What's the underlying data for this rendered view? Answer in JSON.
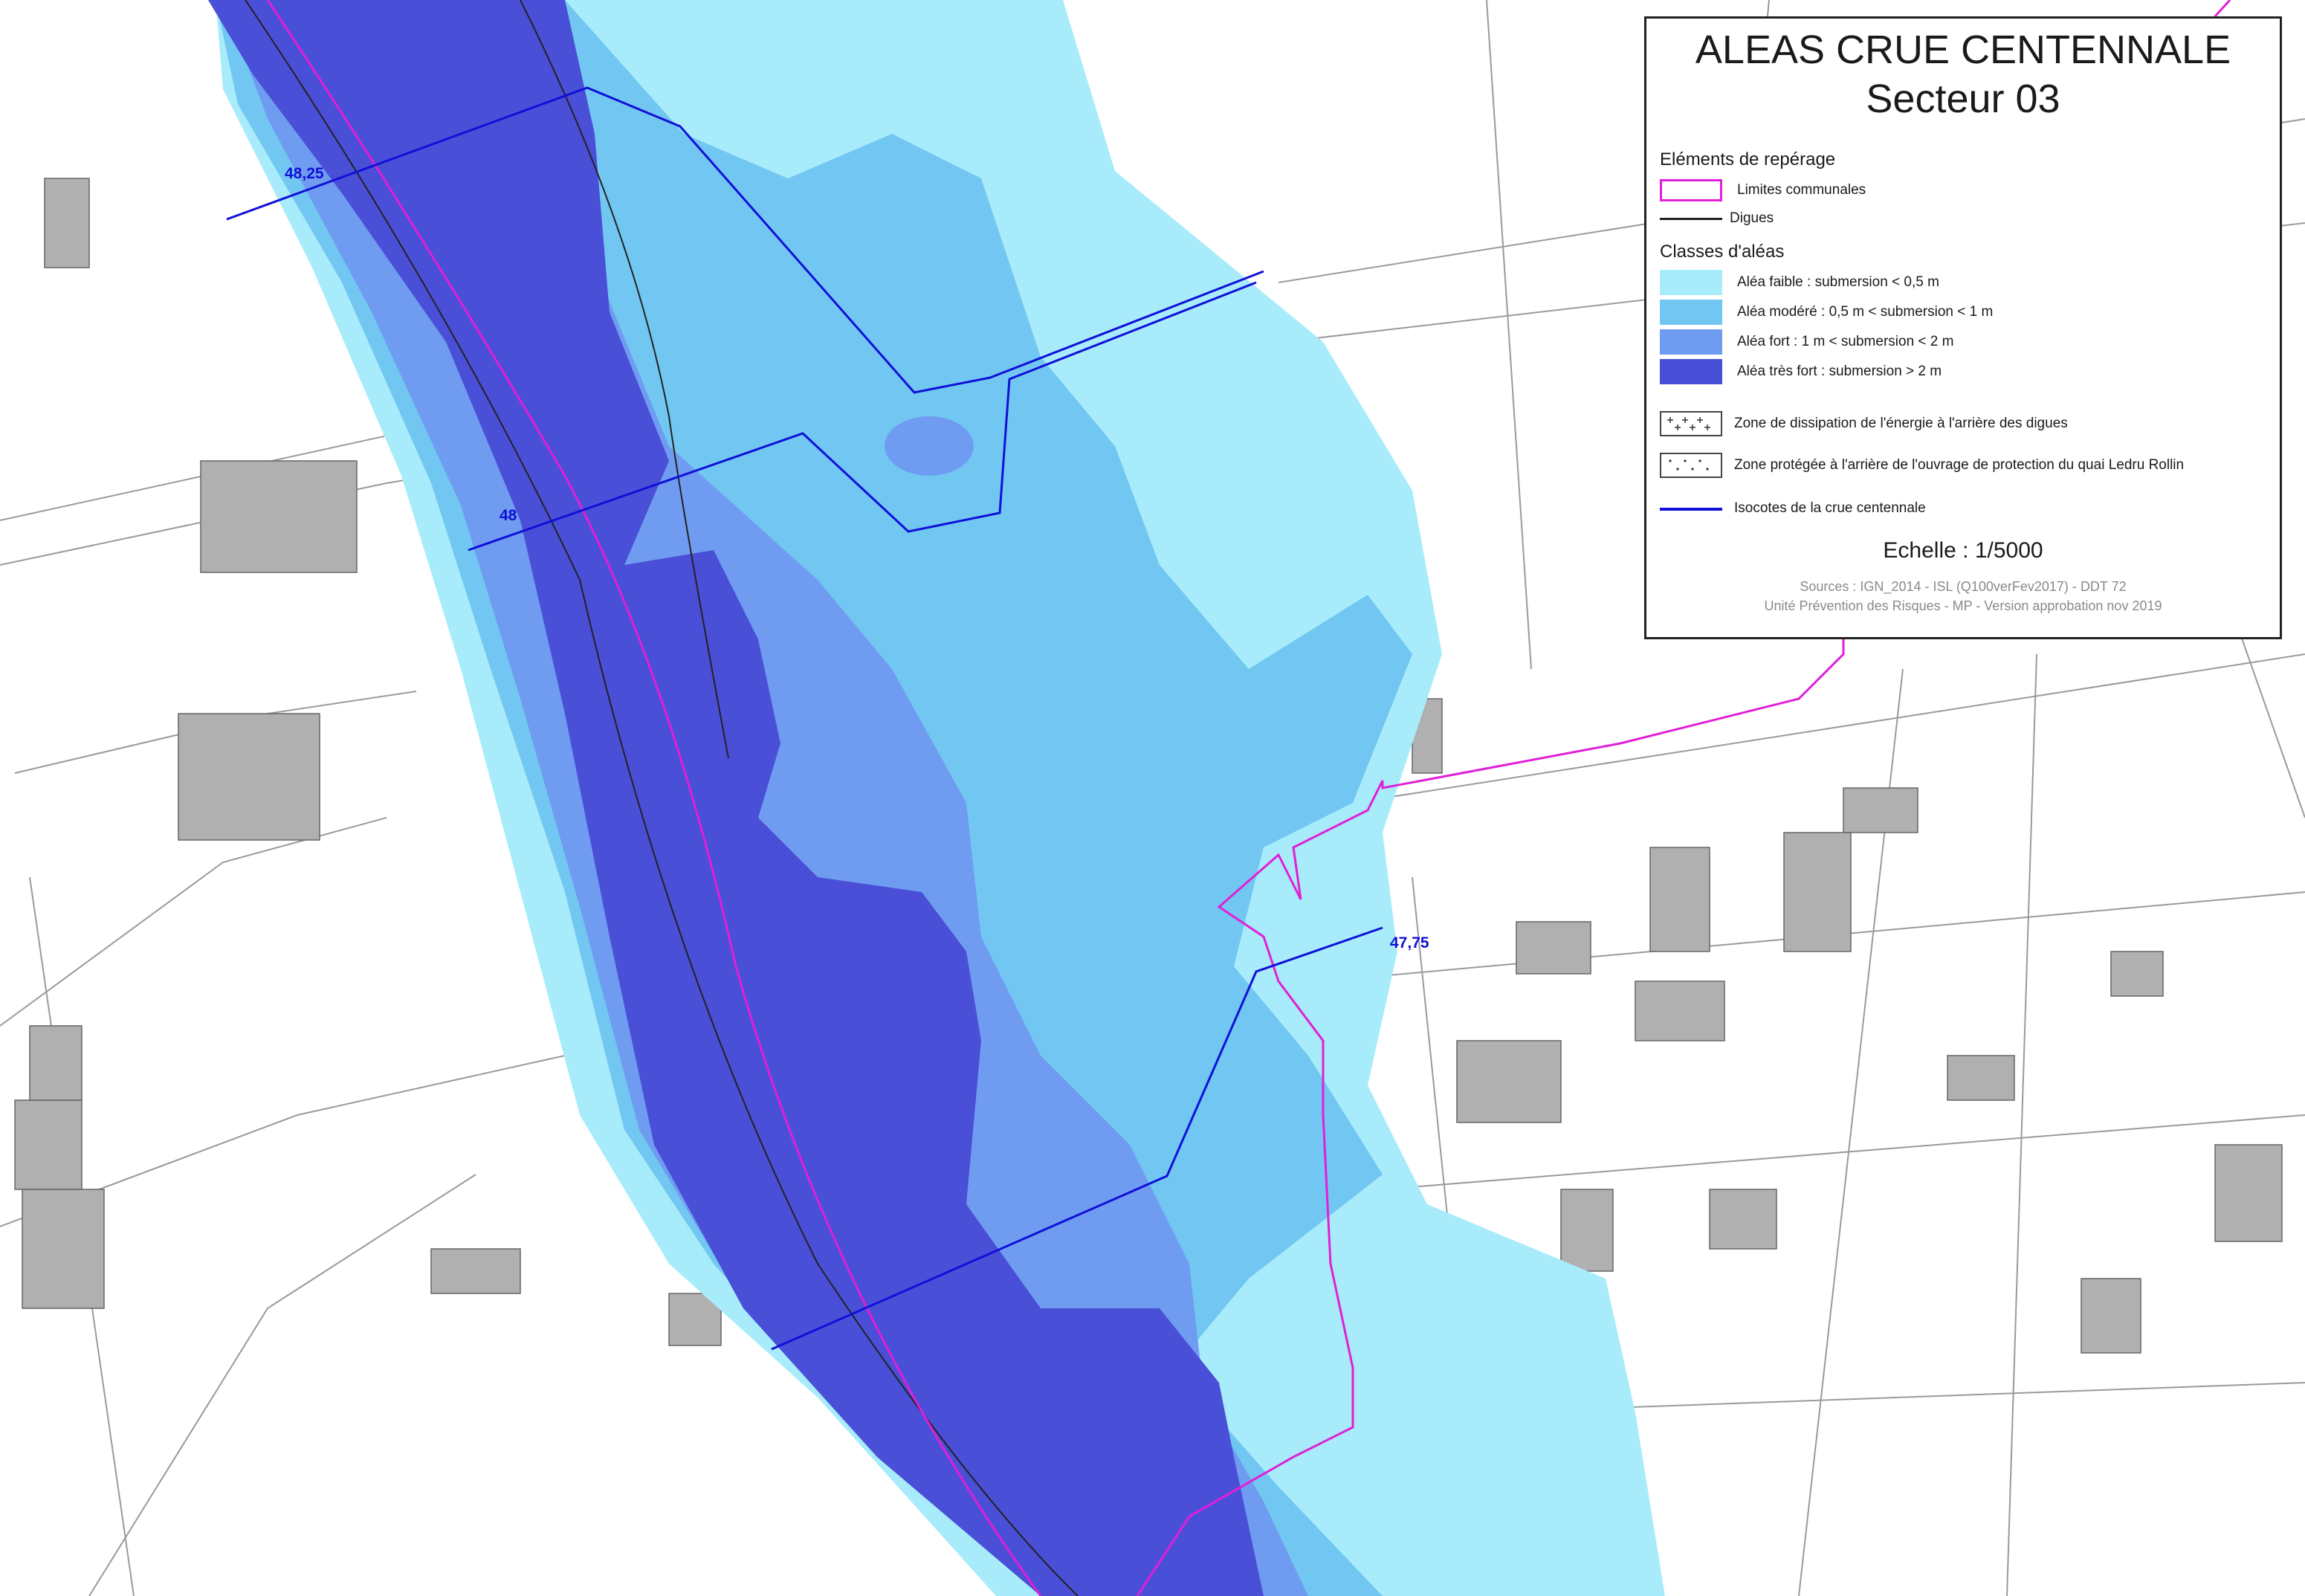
{
  "legend": {
    "title": "ALEAS CRUE CENTENNALE",
    "subtitle": "Secteur 03",
    "section_reperage": "Eléments de repérage",
    "item_limites": "Limites communales",
    "item_digues": "Digues",
    "section_classes": "Classes d'aléas",
    "class_faible": "Aléa faible : submersion < 0,5 m",
    "class_modere": "Aléa modéré : 0,5 m < submersion < 1 m",
    "class_fort": "Aléa fort : 1 m < submersion < 2 m",
    "class_tres_fort": "Aléa très fort : submersion > 2 m",
    "zone_dissipation": "Zone de dissipation de l'énergie à l'arrière des digues",
    "zone_protegee": "Zone protégée à l'arrière de l'ouvrage de protection du quai Ledru Rollin",
    "isocotes": "Isocotes de la crue centennale",
    "scale": "Echelle : 1/5000",
    "sources_line1": "Sources : IGN_2014 - ISL (Q100verFev2017) - DDT 72",
    "sources_line2": "Unité Prévention des Risques - MP - Version approbation nov 2019"
  },
  "isocote_labels": {
    "a": "48,25",
    "b": "48",
    "c": "47,75"
  },
  "colors": {
    "alea_faible": "#a8ecfb",
    "alea_modere": "#72c7f2",
    "alea_fort": "#6f9cf0",
    "alea_tres_fort": "#4a4fd8",
    "limites_communales": "#e01fd8",
    "isocotes": "#1010d8",
    "batiments": "#b0b0b0",
    "parcelles": "#9a9a9a"
  }
}
